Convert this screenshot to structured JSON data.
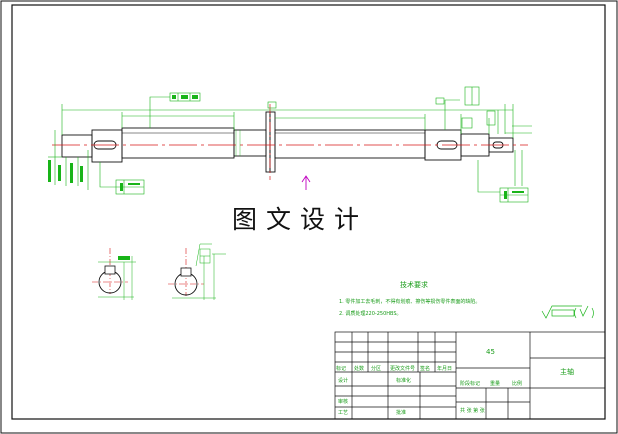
{
  "watermark": "图文设计",
  "tech_requirements": {
    "title": "技术要求",
    "lines": [
      "1. 零件加工去毛刺，不得有划痕、擦伤等损伤零件表面的缺陷。",
      "2. 调质处理220-250HBS。"
    ]
  },
  "title_block": {
    "material": "45",
    "part_name": "主轴",
    "row_labels": [
      "标记",
      "处数",
      "分区",
      "更改文件号",
      "签名",
      "年月日"
    ],
    "design_label": "设计",
    "standardize_label": "标准化",
    "review_label": "审核",
    "process_label": "工艺",
    "approve_label": "批准",
    "stage_label": "阶段标记",
    "weight_label": "重量",
    "scale_label": "比例",
    "sheet_text": "共 张   第 张"
  },
  "colors": {
    "outline": "#111111",
    "dimension": "#18b418",
    "centerline": "#d81818",
    "arrow": "#c000c0"
  }
}
